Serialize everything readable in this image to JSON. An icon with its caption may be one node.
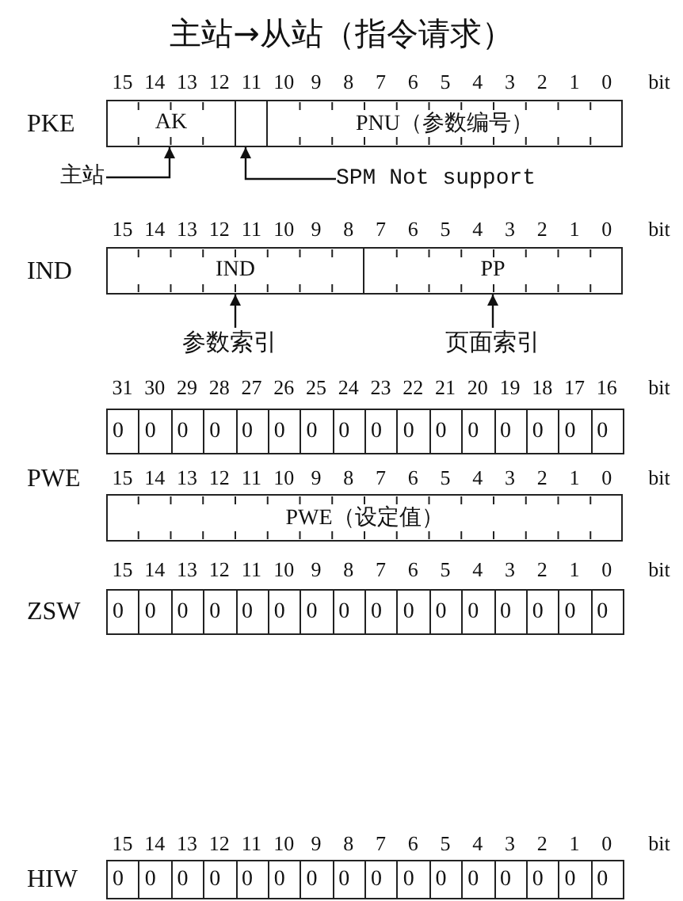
{
  "diagram": {
    "title": "主站→从站（指令请求）",
    "nodes": [
      {
        "text": [
          "AK"
        ]
      },
      {
        "text": [],
        "shape": "box"
      },
      {
        "text": [
          "PNU（参数编号）"
        ]
      },
      {
        "text": [
          "主站"
        ]
      },
      {
        "text": [
          "SPM Not support"
        ]
      },
      {
        "text": [
          "IND"
        ]
      },
      {
        "text": [
          "PP"
        ]
      },
      {
        "text": [
          "参数索引"
        ]
      },
      {
        "text": [
          "页面索引"
        ]
      },
      {
        "text": [
          "PWE（设定值）"
        ]
      }
    ],
    "edges": [
      {
        "from": 3,
        "to": 0,
        "arrow": "to"
      },
      {
        "from": 4,
        "to": 1,
        "arrow": "to"
      },
      {
        "from": 7,
        "to": 5,
        "arrow": "to"
      },
      {
        "from": 8,
        "to": 6,
        "arrow": "to"
      }
    ],
    "labels": [
      "15",
      "14",
      "13",
      "12",
      "11",
      "10",
      "9",
      "8",
      "7",
      "6",
      "5",
      "4",
      "3",
      "2",
      "1",
      "0",
      "bit",
      "PKE",
      "15",
      "14",
      "13",
      "12",
      "11",
      "10",
      "9",
      "8",
      "7",
      "6",
      "5",
      "4",
      "3",
      "2",
      "1",
      "0",
      "bit",
      "IND",
      "31",
      "30",
      "29",
      "28",
      "27",
      "26",
      "25",
      "24",
      "23",
      "22",
      "21",
      "20",
      "19",
      "18",
      "17",
      "16",
      "bit",
      "0",
      "0",
      "0",
      "0",
      "0",
      "0",
      "0",
      "0",
      "0",
      "0",
      "0",
      "0",
      "0",
      "0",
      "0",
      "0",
      "PWE",
      "15",
      "14",
      "13",
      "12",
      "11",
      "10",
      "9",
      "8",
      "7",
      "6",
      "5",
      "4",
      "3",
      "2",
      "1",
      "0",
      "bit",
      "15",
      "14",
      "13",
      "12",
      "11",
      "10",
      "9",
      "8",
      "7",
      "6",
      "5",
      "4",
      "3",
      "2",
      "1",
      "0",
      "bit",
      "ZSW",
      "0",
      "0",
      "0",
      "0",
      "0",
      "0",
      "0",
      "0",
      "0",
      "0",
      "0",
      "0",
      "0",
      "0",
      "0",
      "0",
      "15",
      "14",
      "13",
      "12",
      "11",
      "10",
      "9",
      "8",
      "7",
      "6",
      "5",
      "4",
      "3",
      "2",
      "1",
      "0",
      "bit",
      "HIW",
      "0",
      "0",
      "0",
      "0",
      "0",
      "0",
      "0",
      "0",
      "0",
      "0",
      "0",
      "0",
      "0",
      "0",
      "0",
      "0"
    ]
  }
}
